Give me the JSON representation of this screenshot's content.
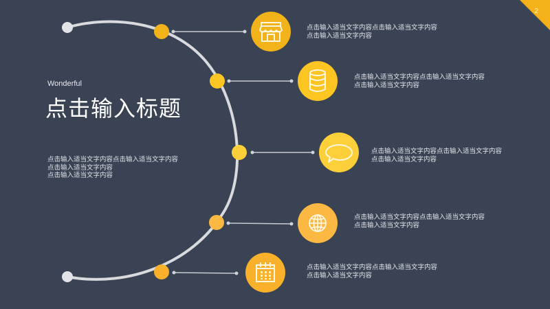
{
  "slide": {
    "page_number": "2",
    "subtitle": "Wonderful",
    "title": "点击输入标题",
    "description_lines": [
      "点击输入适当文字内容点击输入适当文字内容",
      "点击输入适当文字内容",
      "点击输入适当文字内容"
    ]
  },
  "colors": {
    "background": "#3a4353",
    "arc": "#d9dadd",
    "accent_corner": "#f5b11a",
    "node_1": "#f2b21a",
    "node_2": "#fcc521",
    "node_3": "#fdd03a",
    "node_4": "#fbb843",
    "node_5": "#f9b02a"
  },
  "items": [
    {
      "icon": "store-icon",
      "line1": "点击输入适当文字内容点击输入适当文字内容",
      "line2": "点击输入适当文字内容"
    },
    {
      "icon": "database-icon",
      "line1": "点击输入适当文字内容点击输入适当文字内容",
      "line2": "点击输入适当文字内容"
    },
    {
      "icon": "chat-bubble-icon",
      "line1": "点击输入适当文字内容点击输入适当文字内容",
      "line2": "点击输入适当文字内容"
    },
    {
      "icon": "globe-icon",
      "line1": "点击输入适当文字内容点击输入适当文字内容",
      "line2": "点击输入适当文字内容"
    },
    {
      "icon": "calendar-icon",
      "line1": "点击输入适当文字内容点击输入适当文字内容",
      "line2": "点击输入适当文字内容"
    }
  ]
}
